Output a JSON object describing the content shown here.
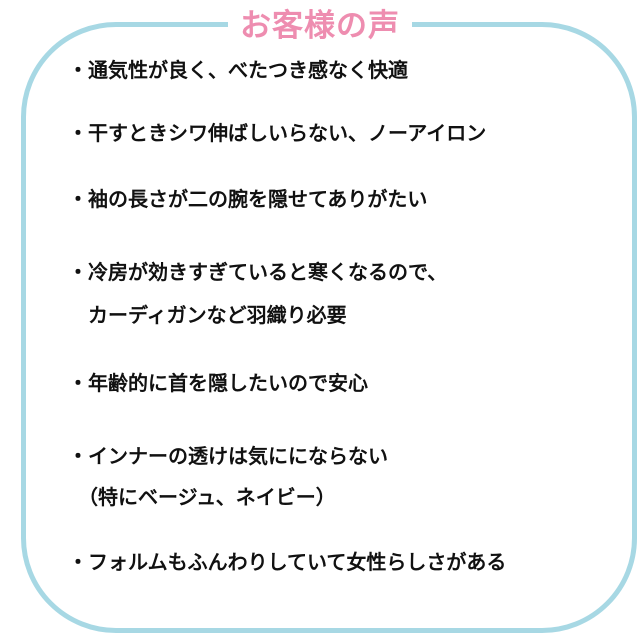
{
  "title": "お客様の声",
  "comments": [
    {
      "lines": [
        "・通気性が良く、べたつき感なく快適"
      ]
    },
    {
      "lines": [
        "・干すときシワ伸ばしいらない、ノーアイロン"
      ]
    },
    {
      "lines": [
        "・袖の長さが二の腕を隠せてありがたい"
      ]
    },
    {
      "lines": [
        "・冷房が効きすぎていると寒くなるので、",
        "　カーディガンなど羽織り必要"
      ]
    },
    {
      "lines": [
        "・年齢的に首を隠したいので安心"
      ]
    },
    {
      "lines": [
        "・インナーの透けは気ににならない",
        "　（特にベージュ、ネイビー）"
      ]
    },
    {
      "lines": [
        "・フォルムもふんわりしていて女性らしさがある"
      ]
    }
  ]
}
